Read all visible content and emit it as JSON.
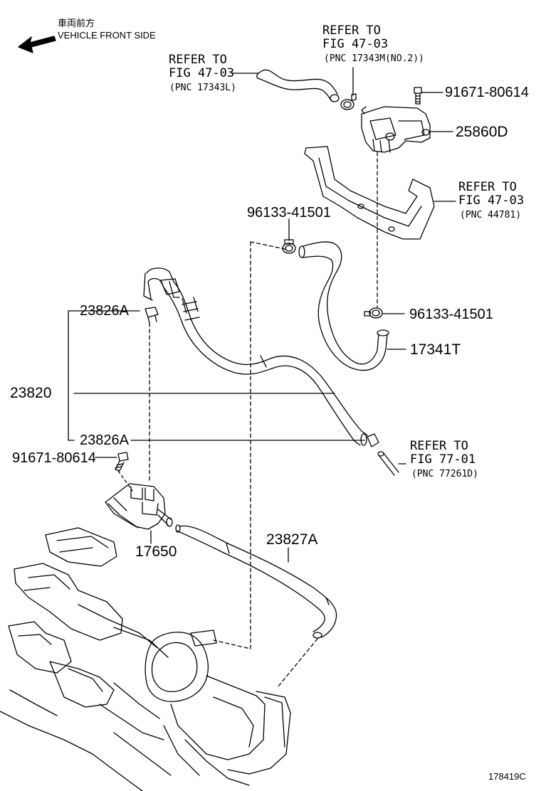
{
  "header": {
    "front_jp": "車両前方",
    "front_en": "VEHICLE FRONT SIDE"
  },
  "refs": [
    {
      "id": "ref1",
      "line1": "REFER TO",
      "line2": "FIG 47-03",
      "line3": "(PNC 17343L)"
    },
    {
      "id": "ref2",
      "line1": "REFER TO",
      "line2": "FIG 47-03",
      "line3": "(PNC 17343M(NO.2))"
    },
    {
      "id": "ref3",
      "line1": "REFER TO",
      "line2": "FIG 47-03",
      "line3": "(PNC 44781)"
    },
    {
      "id": "ref4",
      "line1": "REFER TO",
      "line2": "FIG 77-01",
      "line3": "(PNC 77261D)"
    }
  ],
  "parts": {
    "p91671_top": "91671-80614",
    "p25860D": "25860D",
    "p96133_a": "96133-41501",
    "p96133_b": "96133-41501",
    "p17341T": "17341T",
    "p23826A_top": "23826A",
    "p23820": "23820",
    "p23826A_bottom": "23826A",
    "p91671_left": "91671-80614",
    "p17650": "17650",
    "p23827A": "23827A"
  },
  "footer": {
    "figure_id": "178419C"
  }
}
